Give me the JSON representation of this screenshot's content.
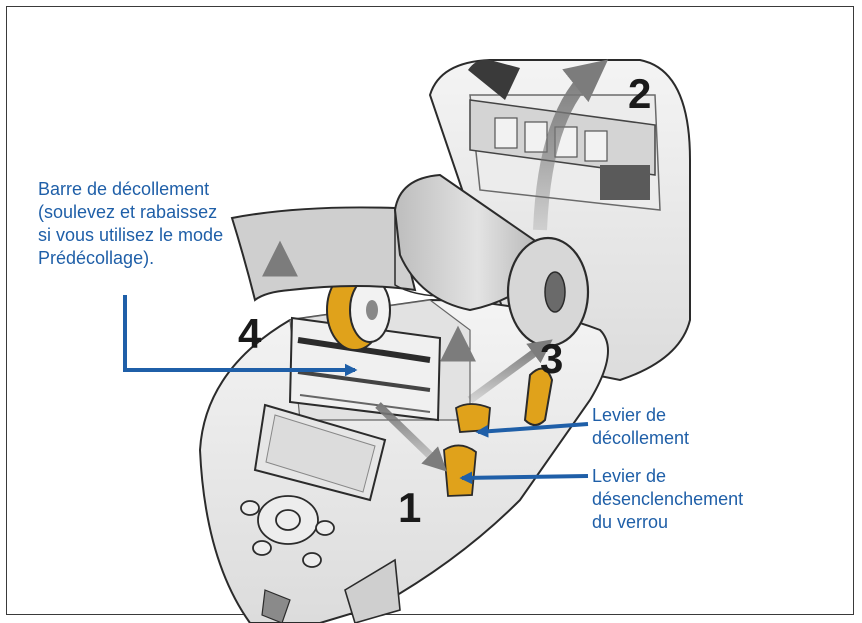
{
  "callouts": {
    "peel_bar": {
      "lines": [
        "Barre de décollement",
        "(soulevez et rabaissez",
        "si vous utilisez le mode",
        "Prédécollage)."
      ]
    },
    "peel_lever": {
      "lines": [
        "Levier de",
        "décollement"
      ]
    },
    "latch_release": {
      "lines": [
        "Levier de",
        "désenclenchement",
        "du verrou"
      ]
    }
  },
  "steps": [
    "1",
    "2",
    "3",
    "4"
  ],
  "colors": {
    "callout_text": "#1f5fa8",
    "leader_arrow": "#1f5fa8",
    "motion_arrow": "#8c8c8c",
    "lever_accent": "#e0a21b",
    "frame": "#3a3a3a"
  }
}
